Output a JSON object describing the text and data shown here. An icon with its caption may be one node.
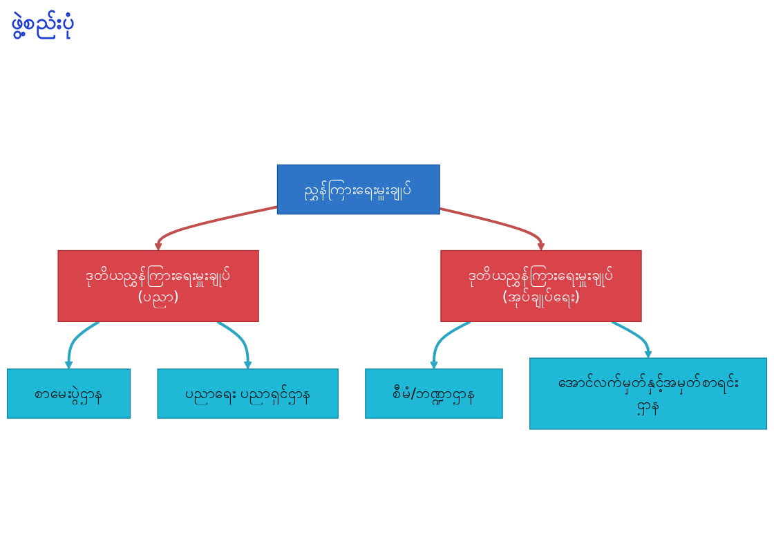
{
  "diagram": {
    "title": "ဖွဲ့စည်းပုံ",
    "nodes": [
      {
        "text": [
          "ညွှန်ကြားရေးမှူးချုပ်"
        ]
      },
      {
        "text": [
          "ဒုတိယညွှန်ကြားရေးမှူးချုပ်",
          "(ပညာ)"
        ]
      },
      {
        "text": [
          "ဒုတိယညွှန်ကြားရေးမှူးချုပ်",
          "(အုပ်ချုပ်ရေး)"
        ]
      },
      {
        "text": [
          "စာမေးပွဲဌာန"
        ]
      },
      {
        "text": [
          "ပညာရေး ပညာရှင်ဌာန"
        ]
      },
      {
        "text": [
          "စီမံ/ဘဏ္ဍာဌာန"
        ]
      },
      {
        "text": [
          "အောင်လက်မှတ်နှင့်အမှတ်စာရင်းဌာန"
        ]
      }
    ],
    "edges": [
      {
        "from": 0,
        "to": 1,
        "arrow": "to",
        "color": "#c0504d"
      },
      {
        "from": 0,
        "to": 2,
        "arrow": "to",
        "color": "#c0504d"
      },
      {
        "from": 1,
        "to": 3,
        "arrow": "to"
      },
      {
        "from": 1,
        "to": 4,
        "arrow": "to"
      },
      {
        "from": 2,
        "to": 5,
        "arrow": "to"
      },
      {
        "from": 2,
        "to": 6,
        "arrow": "to"
      }
    ]
  }
}
